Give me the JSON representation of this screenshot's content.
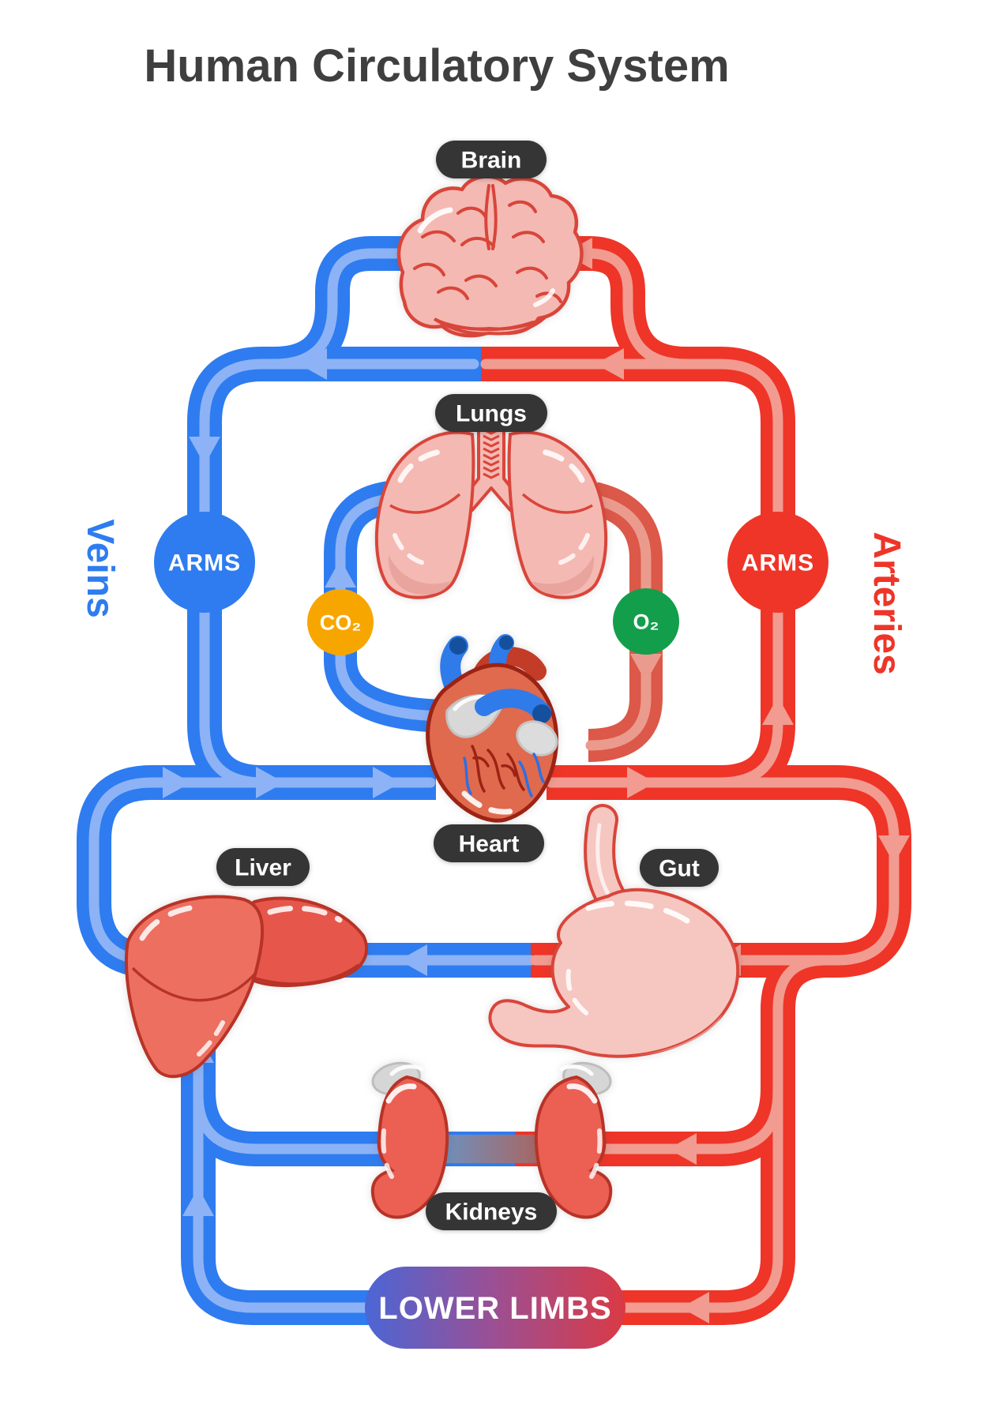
{
  "title": "Human Circulatory System",
  "side_labels": {
    "left": "Veins",
    "right": "Arteries"
  },
  "organ_labels": {
    "brain": "Brain",
    "lungs": "Lungs",
    "heart": "Heart",
    "liver": "Liver",
    "gut": "Gut",
    "kidneys": "Kidneys"
  },
  "node_labels": {
    "arms_left": "ARMS",
    "arms_right": "ARMS",
    "lower_limbs": "LOWER LIMBS"
  },
  "gas_labels": {
    "co2": "CO₂",
    "o2": "O₂"
  },
  "colors": {
    "vein_blue": "#2e7cf0",
    "vein_stripe": "#8db3f6",
    "artery_red": "#ee3528",
    "artery_stripe": "#f29b91",
    "pulmonary_red": "#dc5848",
    "pulmonary_stripe": "#eb9b8d",
    "co2_yellow": "#f7a600",
    "o2_green": "#129e4b",
    "label_pill": "#353535",
    "title_text": "#3f3f3f",
    "lower_limbs_gradient": [
      "#4b66d6",
      "#9c4f92",
      "#da3a45"
    ],
    "kidney_bridge_gradient": [
      "#6b93c4",
      "#b06055"
    ]
  }
}
